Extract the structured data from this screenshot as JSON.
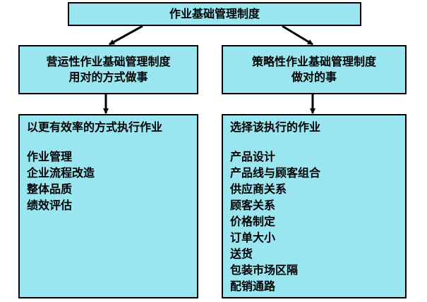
{
  "diagram": {
    "top": {
      "title": "作业基础管理制度"
    },
    "left_mid": {
      "line1": "营运性作业基础管理制度",
      "line2": "用对的方式做事"
    },
    "right_mid": {
      "line1": "策略性作业基础管理制度",
      "line2": "做对的事"
    },
    "left_bottom": {
      "heading": "以更有效率的方式执行作业",
      "items": [
        "作业管理",
        "企业流程改造",
        "整体品质",
        "绩效评估"
      ]
    },
    "right_bottom": {
      "heading": "选择该执行的作业",
      "items": [
        "产品设计",
        "产品线与顾客组合",
        "供应商关系",
        "顾客关系",
        "价格制定",
        "订单大小",
        "送货",
        "包装市场区隔",
        "配销通路"
      ]
    }
  },
  "colors": {
    "box_fill": "#99e6f0",
    "border": "#000000",
    "arrow": "#000000"
  }
}
